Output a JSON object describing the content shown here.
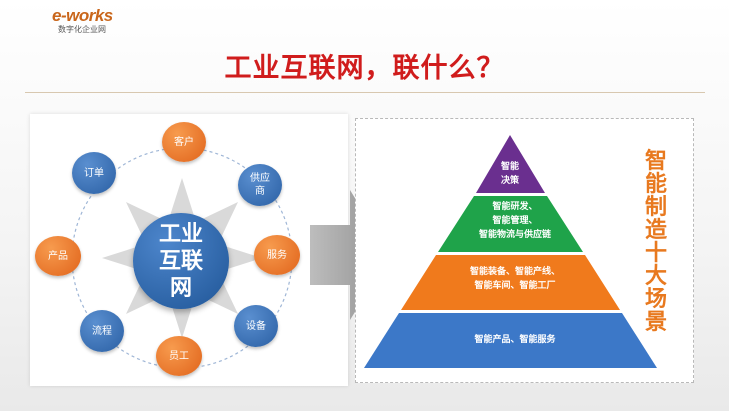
{
  "logo": {
    "mark": "e-works",
    "subtitle": "数字化企业网"
  },
  "title": "工业互联网，联什么？",
  "center": {
    "line1": "工业",
    "line2": "互联",
    "line3": "网"
  },
  "nodes": {
    "kehu": "客户",
    "gongyingshang_1": "供应",
    "gongyingshang_2": "商",
    "fuwu": "服务",
    "shebei": "设备",
    "yuangong": "员工",
    "liucheng": "流程",
    "chanpin": "产品",
    "dingdan": "订单"
  },
  "pyramid": {
    "tier1": {
      "line1": "智能",
      "line2": "决策"
    },
    "tier2": {
      "line1": "智能研发、",
      "line2": "智能管理、",
      "line3": "智能物流与供应链"
    },
    "tier3": {
      "line1": "智能装备、智能产线、",
      "line2": "智能车间、智能工厂"
    },
    "tier4": {
      "line1": "智能产品、智能服务"
    }
  },
  "side_title": [
    "智",
    "能",
    "制",
    "造",
    "十",
    "大",
    "场",
    "景"
  ],
  "colors": {
    "title": "#d01c1c",
    "orange": "#e8791f",
    "blue": "#2a5fa3",
    "tier1": "#6a2f8f",
    "tier2": "#1fa34a",
    "tier3": "#f07a1c",
    "tier4": "#3c78c8"
  }
}
